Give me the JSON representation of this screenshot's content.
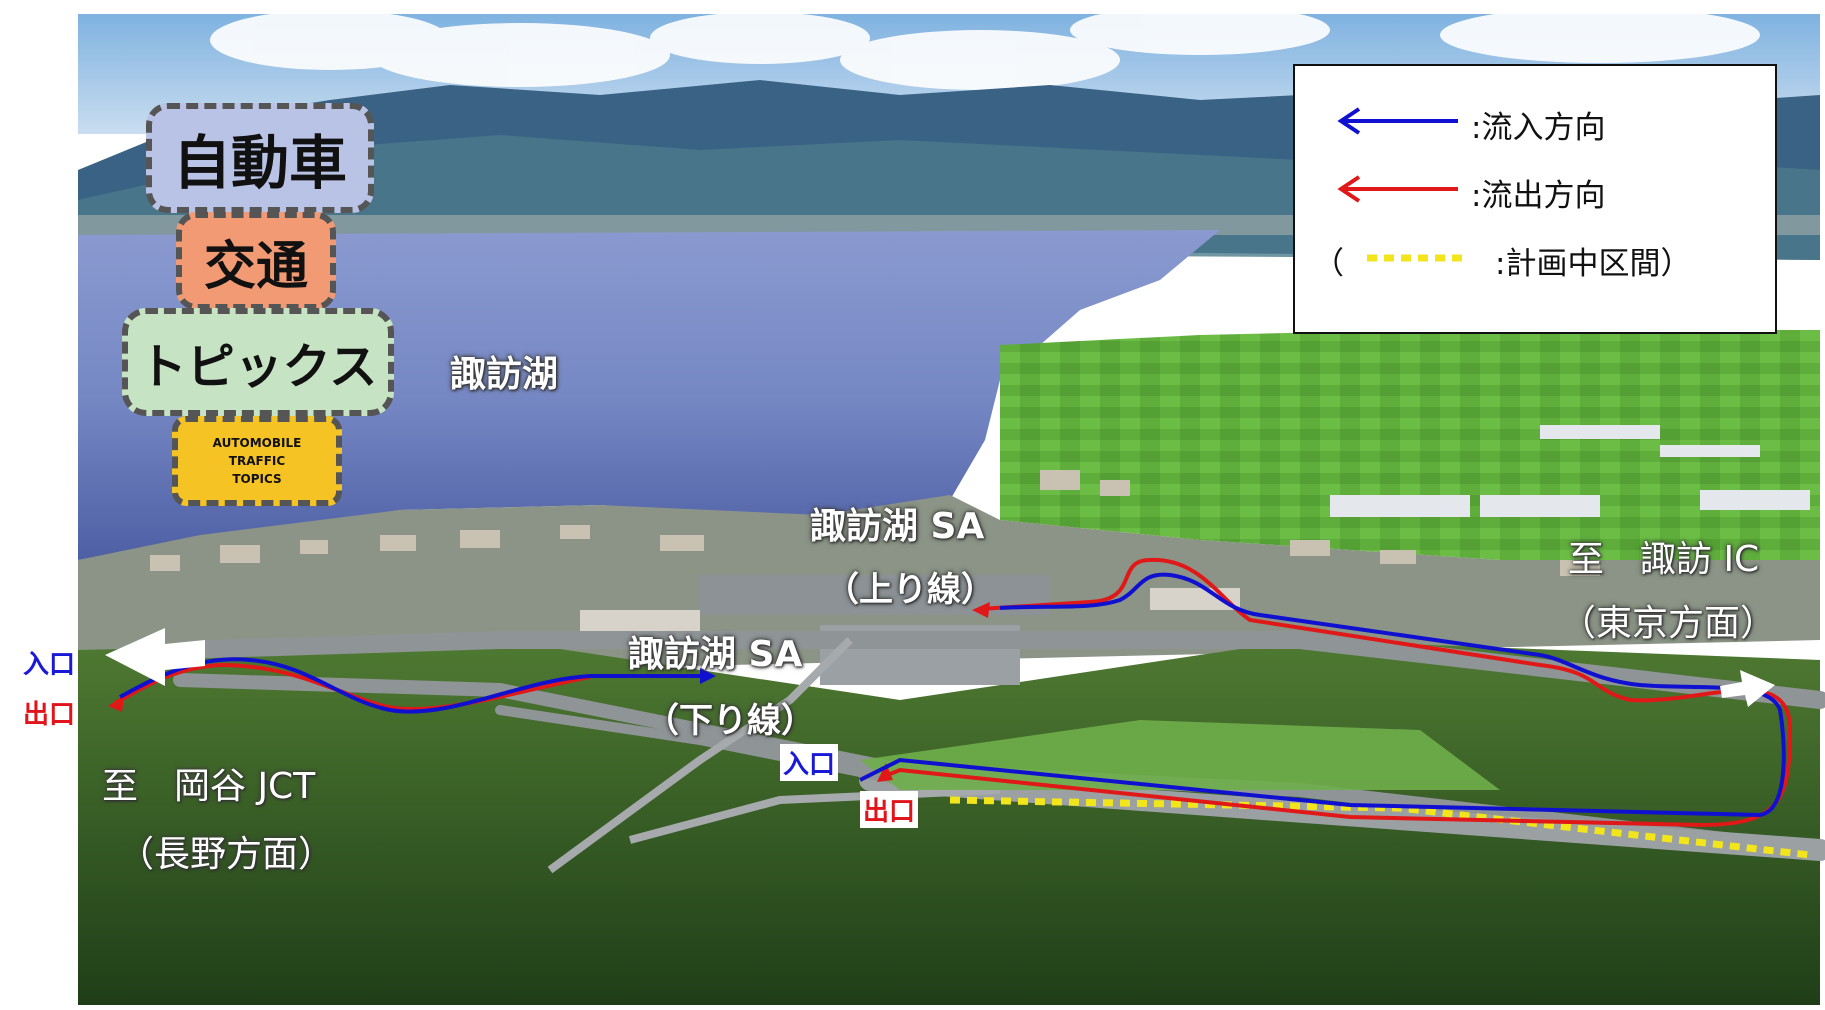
{
  "logo": {
    "line1": "自動車",
    "line2": "交通",
    "line3": "トピックス",
    "en_line1": "AUTOMOBILE",
    "en_line2": "TRAFFIC",
    "en_line3": "TOPICS",
    "colors": {
      "line1_bg": "#b9c3e6",
      "line2_bg": "#f29a73",
      "line3_bg": "#c6e3c4",
      "en_bg": "#f5c324"
    }
  },
  "legend": {
    "inflow_label": ":流入方向",
    "outflow_label": ":流出方向",
    "open_paren": "（",
    "planned_label": ":計画中区間）",
    "colors": {
      "inflow": "#1010d0",
      "outflow": "#e01818",
      "planned": "#f2e51c"
    }
  },
  "map": {
    "lake_label": "諏訪湖",
    "sa_up_name": "諏訪湖 SA",
    "sa_up_direction": "（上り線）",
    "sa_down_name": "諏訪湖 SA",
    "sa_down_direction": "（下り線）",
    "east_destination": "至　諏訪 IC",
    "east_direction": "（東京方面）",
    "west_destination": "至　岡谷 JCT",
    "west_direction": "（長野方面）",
    "west_entrance": "入口",
    "west_exit": "出口",
    "east_entrance": "入口",
    "east_exit": "出口"
  }
}
